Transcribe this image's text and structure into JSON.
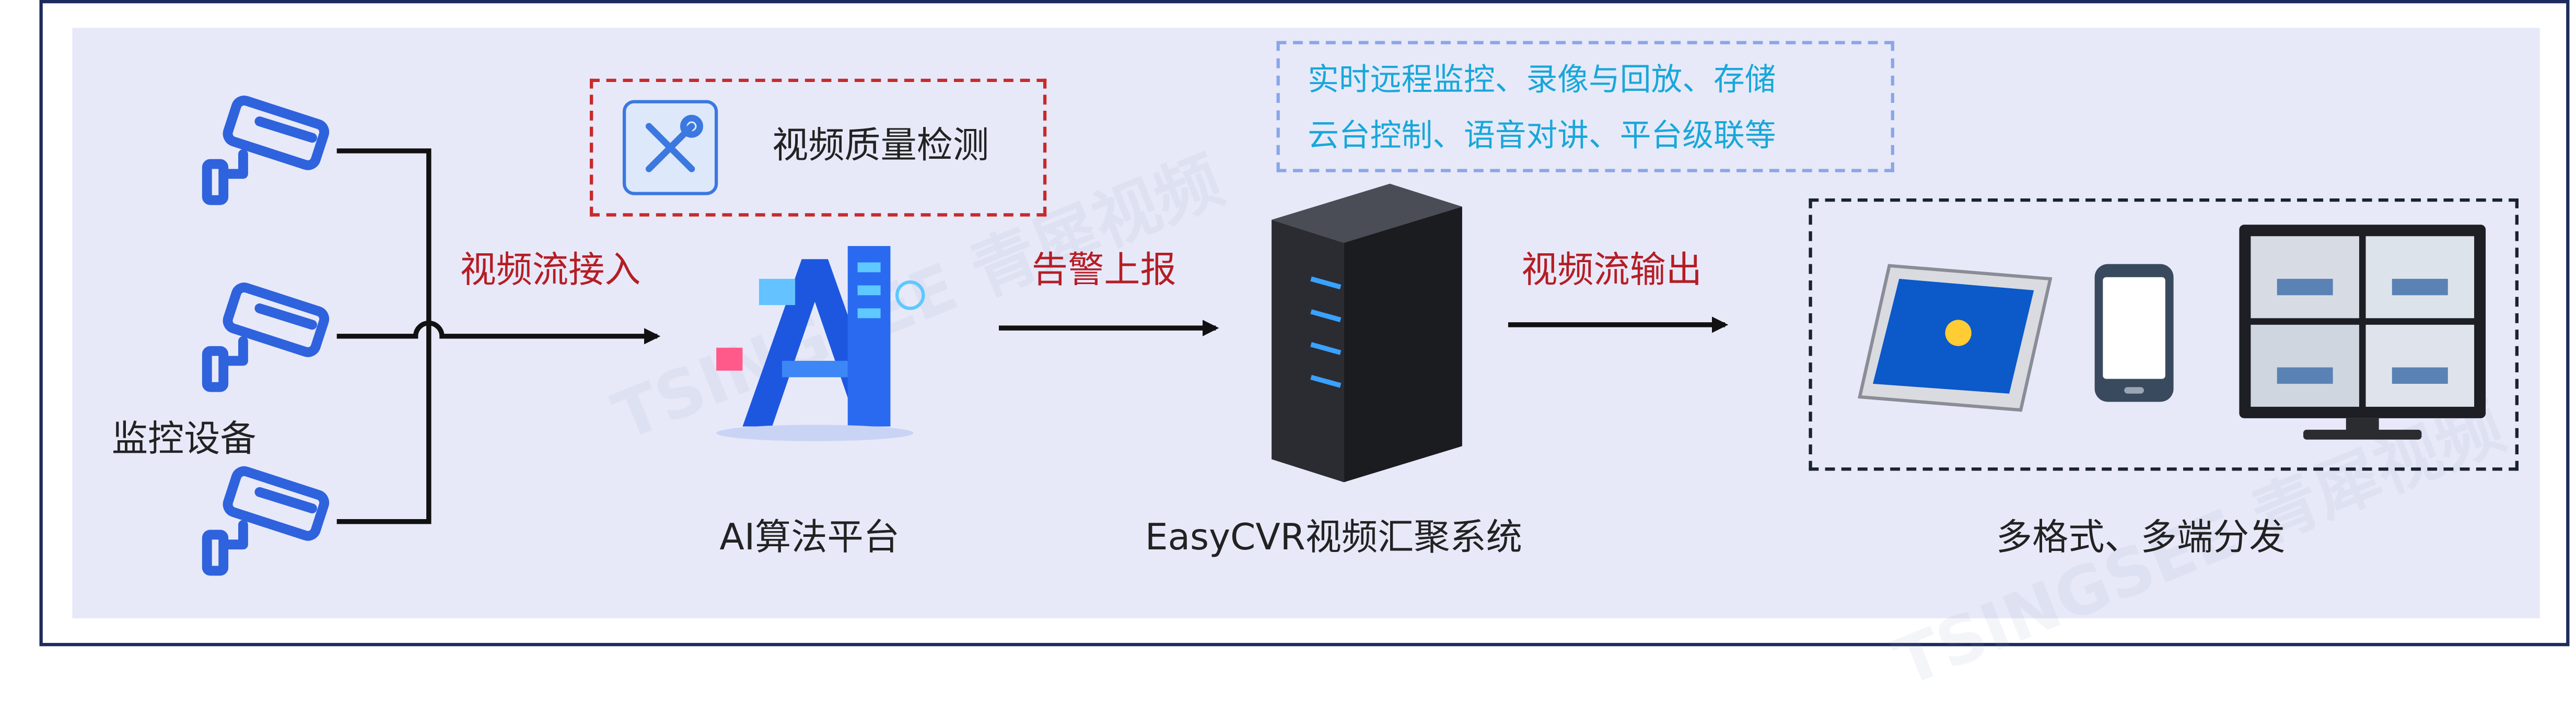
{
  "labels": {
    "monitoring_devices": "监控设备",
    "video_stream_in": "视频流接入",
    "video_quality_check": "视频质量检测",
    "ai_platform": "AI算法平台",
    "alarm_report": "告警上报",
    "easycvr_system": "EasyCVR视频汇聚系统",
    "video_stream_out": "视频流输出",
    "multi_format": "多格式、多端分发"
  },
  "features": {
    "line1": "实时远程监控、录像与回放、存储",
    "line2": "云台控制、语音对讲、平台级联等"
  },
  "watermark": {
    "text": "TSINGSEE 青犀视频"
  },
  "colors": {
    "panel": "#e7e9f9",
    "red_label": "#b51d24",
    "cyan_text": "#19a7d9",
    "camera_blue": "#2f62dd",
    "dashed_red": "#c82a2a",
    "dashed_blue": "#8aa6e8",
    "arrow": "#111111"
  }
}
